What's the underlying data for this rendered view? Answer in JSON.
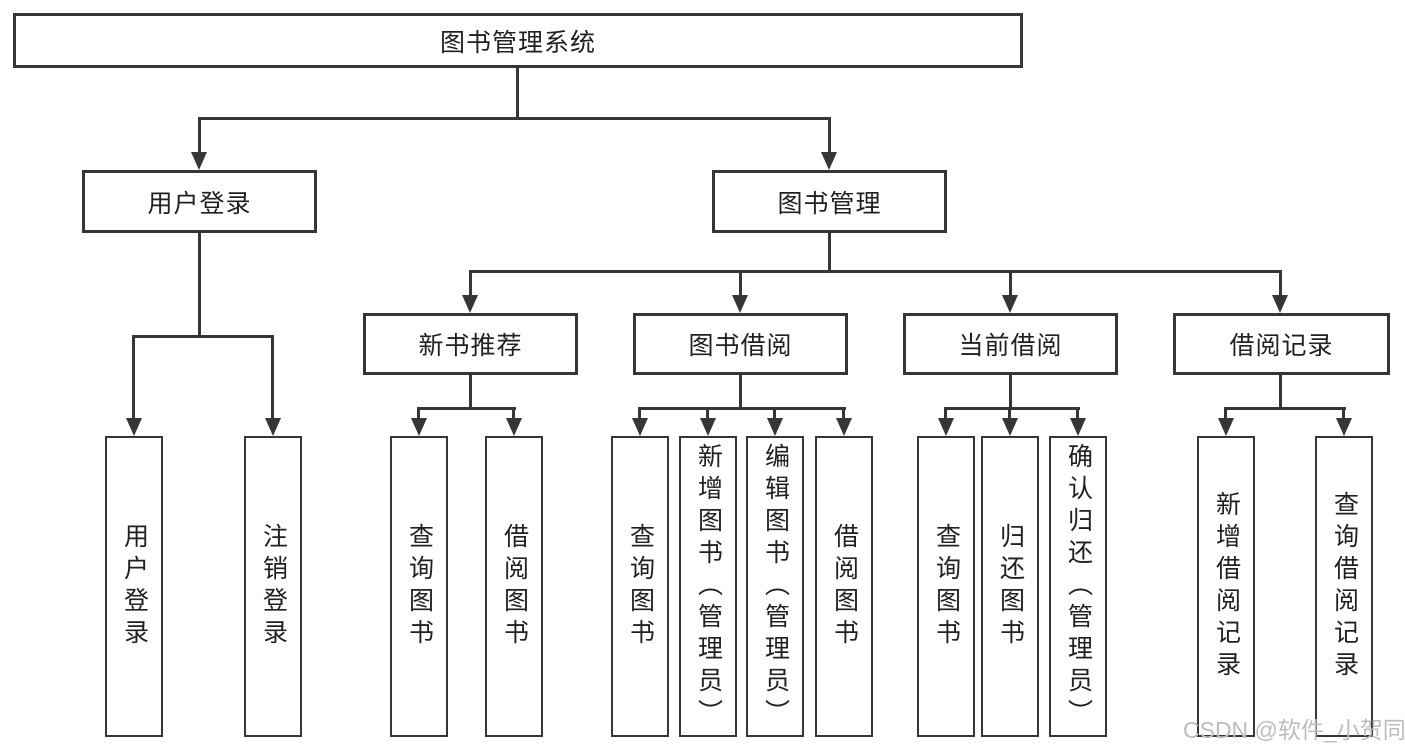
{
  "colors": {
    "line": "#363636",
    "text": "#212121",
    "bg": "#ffffff",
    "watermark": "#bdbdbd"
  },
  "root": {
    "label": "图书管理系统"
  },
  "level2": {
    "login": {
      "label": "用户登录"
    },
    "management": {
      "label": "图书管理"
    }
  },
  "login_children": [
    "用户登录",
    "注销登录"
  ],
  "modules": [
    {
      "label": "新书推荐",
      "children": [
        "查询图书",
        "借阅图书"
      ]
    },
    {
      "label": "图书借阅",
      "children": [
        "查询图书",
        "新增图书（管理员）",
        "编辑图书（管理员）",
        "借阅图书"
      ]
    },
    {
      "label": "当前借阅",
      "children": [
        "查询图书",
        "归还图书",
        "确认归还（管理员）"
      ]
    },
    {
      "label": "借阅记录",
      "children": [
        "新增借阅记录",
        "查询借阅记录"
      ]
    }
  ],
  "watermark": "CSDN @软件_小贺同学"
}
